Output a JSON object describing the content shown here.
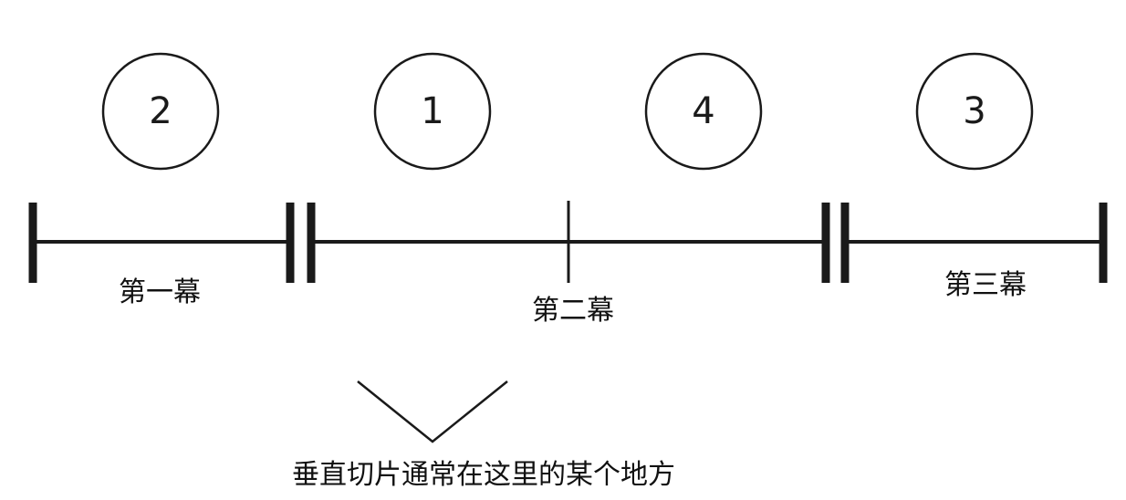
{
  "sequence_markers": [
    "2",
    "1",
    "4",
    "3"
  ],
  "acts": [
    "第一幕",
    "第二幕",
    "第三幕"
  ],
  "caption": "垂直切片通常在这里的某个地方",
  "colors": {
    "ink": "#1a1a1a",
    "background": "#ffffff"
  }
}
